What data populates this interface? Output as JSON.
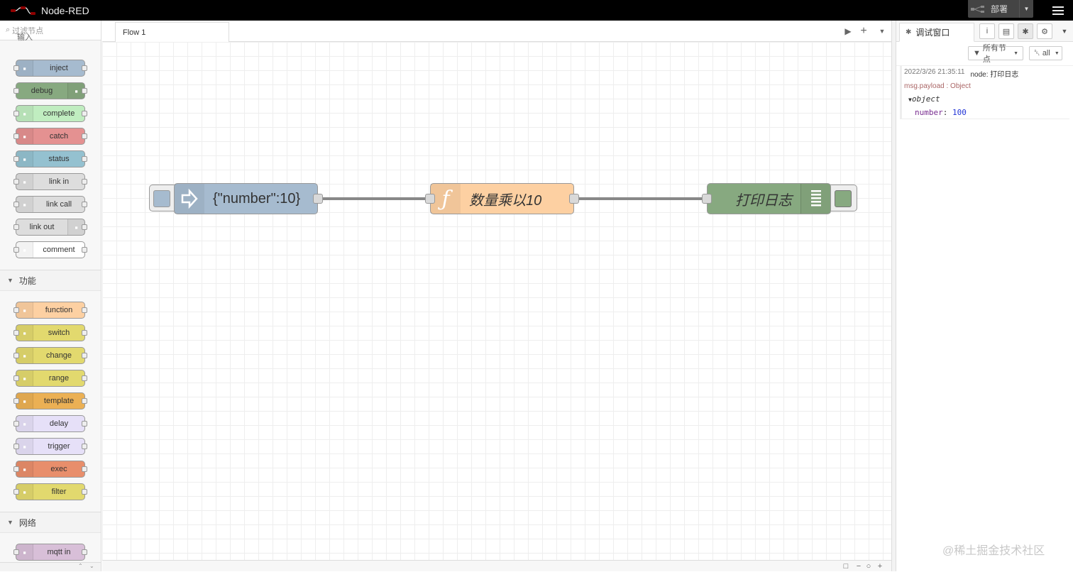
{
  "header": {
    "app_title": "Node-RED",
    "deploy_label": "部署",
    "menu_icon": "hamburger-icon"
  },
  "palette": {
    "search_placeholder": "过滤节点",
    "categories": [
      "输入",
      "功能",
      "网络"
    ],
    "nodes_common": [
      {
        "label": "inject",
        "color": "#a6bbcf"
      },
      {
        "label": "debug",
        "color": "#87a980"
      },
      {
        "label": "complete",
        "color": "#c0edc0"
      },
      {
        "label": "catch",
        "color": "#e49191"
      },
      {
        "label": "status",
        "color": "#94c1d0"
      },
      {
        "label": "link in",
        "color": "#dddddd"
      },
      {
        "label": "link call",
        "color": "#dddddd"
      },
      {
        "label": "link out",
        "color": "#dddddd"
      },
      {
        "label": "comment",
        "color": "#ffffff"
      }
    ],
    "nodes_function": [
      {
        "label": "function",
        "color": "#fdd0a2"
      },
      {
        "label": "switch",
        "color": "#e2d96e"
      },
      {
        "label": "change",
        "color": "#e2d96e"
      },
      {
        "label": "range",
        "color": "#e2d96e"
      },
      {
        "label": "template",
        "color": "#ebb054"
      },
      {
        "label": "delay",
        "color": "#e6e0f8"
      },
      {
        "label": "trigger",
        "color": "#e6e0f8"
      },
      {
        "label": "exec",
        "color": "#e88e6b"
      },
      {
        "label": "filter",
        "color": "#e2d96e"
      }
    ],
    "nodes_network": [
      {
        "label": "mqtt in",
        "color": "#d8bfd8"
      }
    ]
  },
  "workspace": {
    "tab_label": "Flow 1",
    "flow_nodes": [
      {
        "label": "{\"number\":10}",
        "type": "inject",
        "color": "#a6bbcf"
      },
      {
        "label": "数量乘以10",
        "type": "function",
        "color": "#fdd0a2"
      },
      {
        "label": "打印日志",
        "type": "debug",
        "color": "#87a980"
      }
    ]
  },
  "sidebar": {
    "active_tab": "调试窗口",
    "filter_label": "所有节点",
    "clear_label": "all",
    "message": {
      "timestamp": "2022/3/26 21:35:11",
      "node": "node: 打印日志",
      "topic": "msg.payload : Object",
      "object_label": "object",
      "key": "number",
      "colon": ":",
      "value": "100"
    }
  },
  "watermark": "@稀土掘金技术社区"
}
